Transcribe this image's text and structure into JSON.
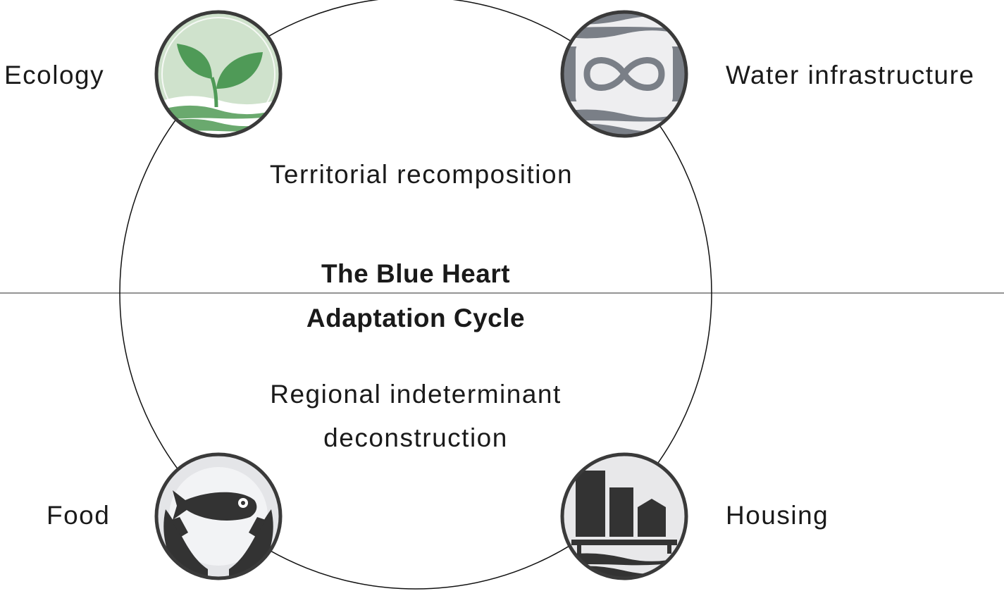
{
  "diagram": {
    "title_line1": "The Blue Heart",
    "title_line2": "Adaptation Cycle",
    "upper_label": "Territorial recomposition",
    "lower_label_line1": "Regional indeterminant",
    "lower_label_line2": "deconstruction",
    "nodes": [
      {
        "label": "Ecology",
        "icon": "sprout-icon",
        "color": "#6aa96e"
      },
      {
        "label": "Water infrastructure",
        "icon": "infinity-icon",
        "color": "#7a7f87"
      },
      {
        "label": "Food",
        "icon": "fish-in-hands-icon",
        "color": "#333333"
      },
      {
        "label": "Housing",
        "icon": "buildings-on-water-icon",
        "color": "#333333"
      }
    ]
  }
}
